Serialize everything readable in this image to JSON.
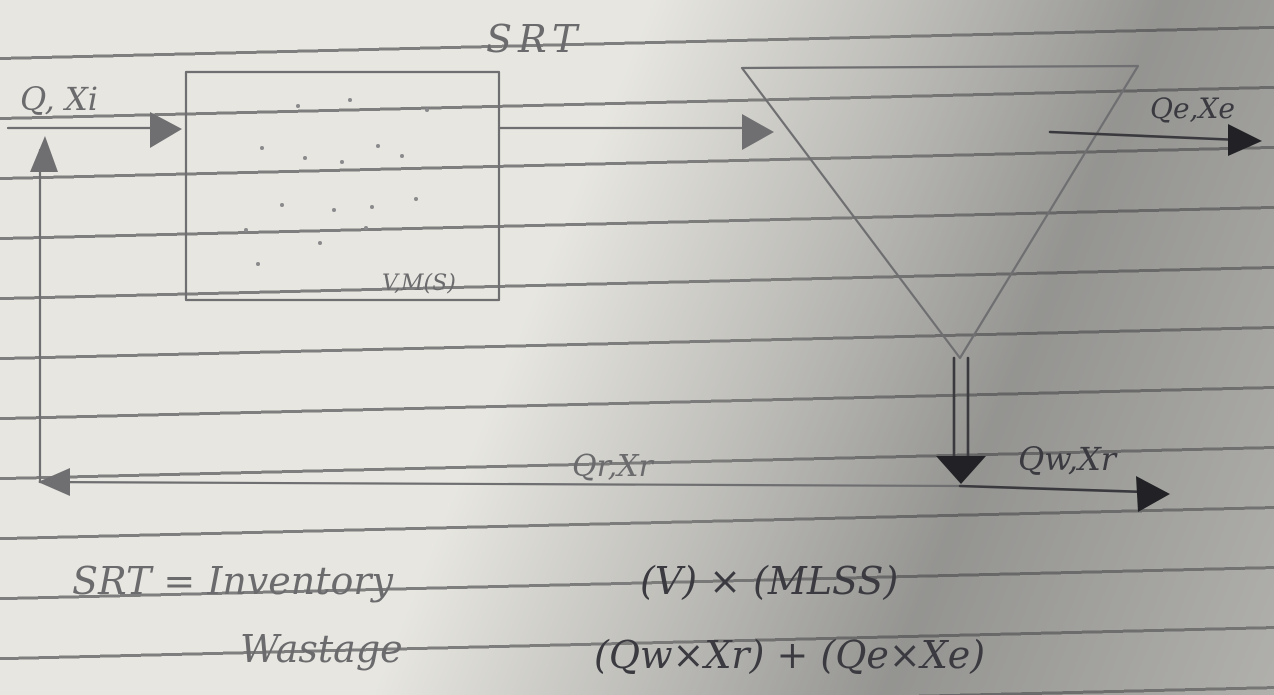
{
  "diagram": {
    "title": "SRT",
    "tank_label": "V,M(S)",
    "input_label": "Q, Xi",
    "effluent_label": "Qe,Xe",
    "recycle_label": "Qr,Xr",
    "waste_label": "Qw,Xr"
  },
  "equation": {
    "lhs_line1": "SRT = Inventory",
    "lhs_line2": "Wastage",
    "numerator": "(V) × (MLSS)",
    "denominator": "(Qw×Xr) + (Qe×Xe)"
  }
}
